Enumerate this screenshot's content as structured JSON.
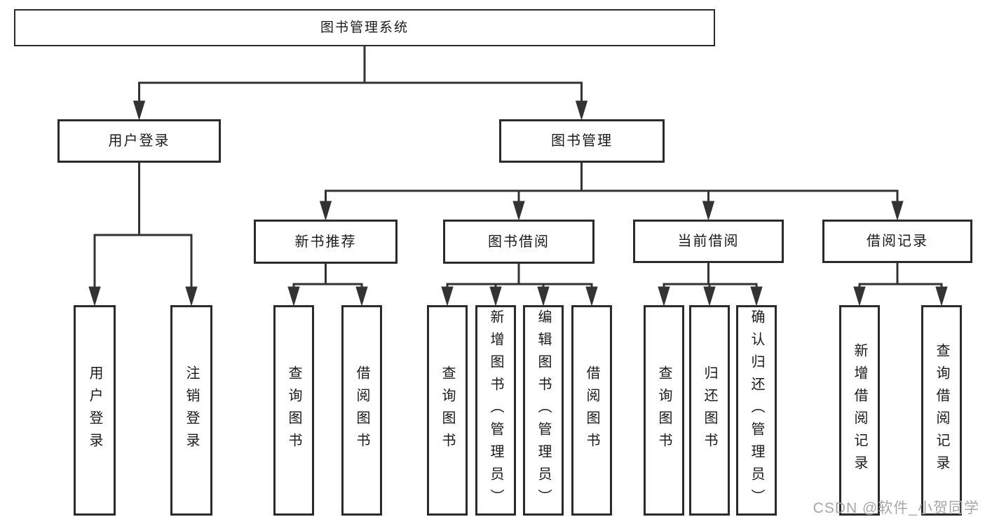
{
  "tree": {
    "label": "图书管理系统",
    "children": [
      {
        "label": "用户登录",
        "children": [
          {
            "label": "用户登录"
          },
          {
            "label": "注销登录"
          }
        ]
      },
      {
        "label": "图书管理",
        "children": [
          {
            "label": "新书推荐",
            "children": [
              {
                "label": "查询图书"
              },
              {
                "label": "借阅图书"
              }
            ]
          },
          {
            "label": "图书借阅",
            "children": [
              {
                "label": "查询图书"
              },
              {
                "label": "新增图书（管理员）"
              },
              {
                "label": "编辑图书（管理员）"
              },
              {
                "label": "借阅图书"
              }
            ]
          },
          {
            "label": "当前借阅",
            "children": [
              {
                "label": "查询图书"
              },
              {
                "label": "归还图书"
              },
              {
                "label": "确认归还（管理员）"
              }
            ]
          },
          {
            "label": "借阅记录",
            "children": [
              {
                "label": "新增借阅记录"
              },
              {
                "label": "查询借阅记录"
              }
            ]
          }
        ]
      }
    ]
  },
  "watermark": {
    "text": "CSDN @软件_小贺同学"
  },
  "colors": {
    "line": "#333333",
    "box_border": "#2b2b2b",
    "text": "#1a1a1a",
    "watermark": "#a7a7a7",
    "background": "#ffffff"
  }
}
